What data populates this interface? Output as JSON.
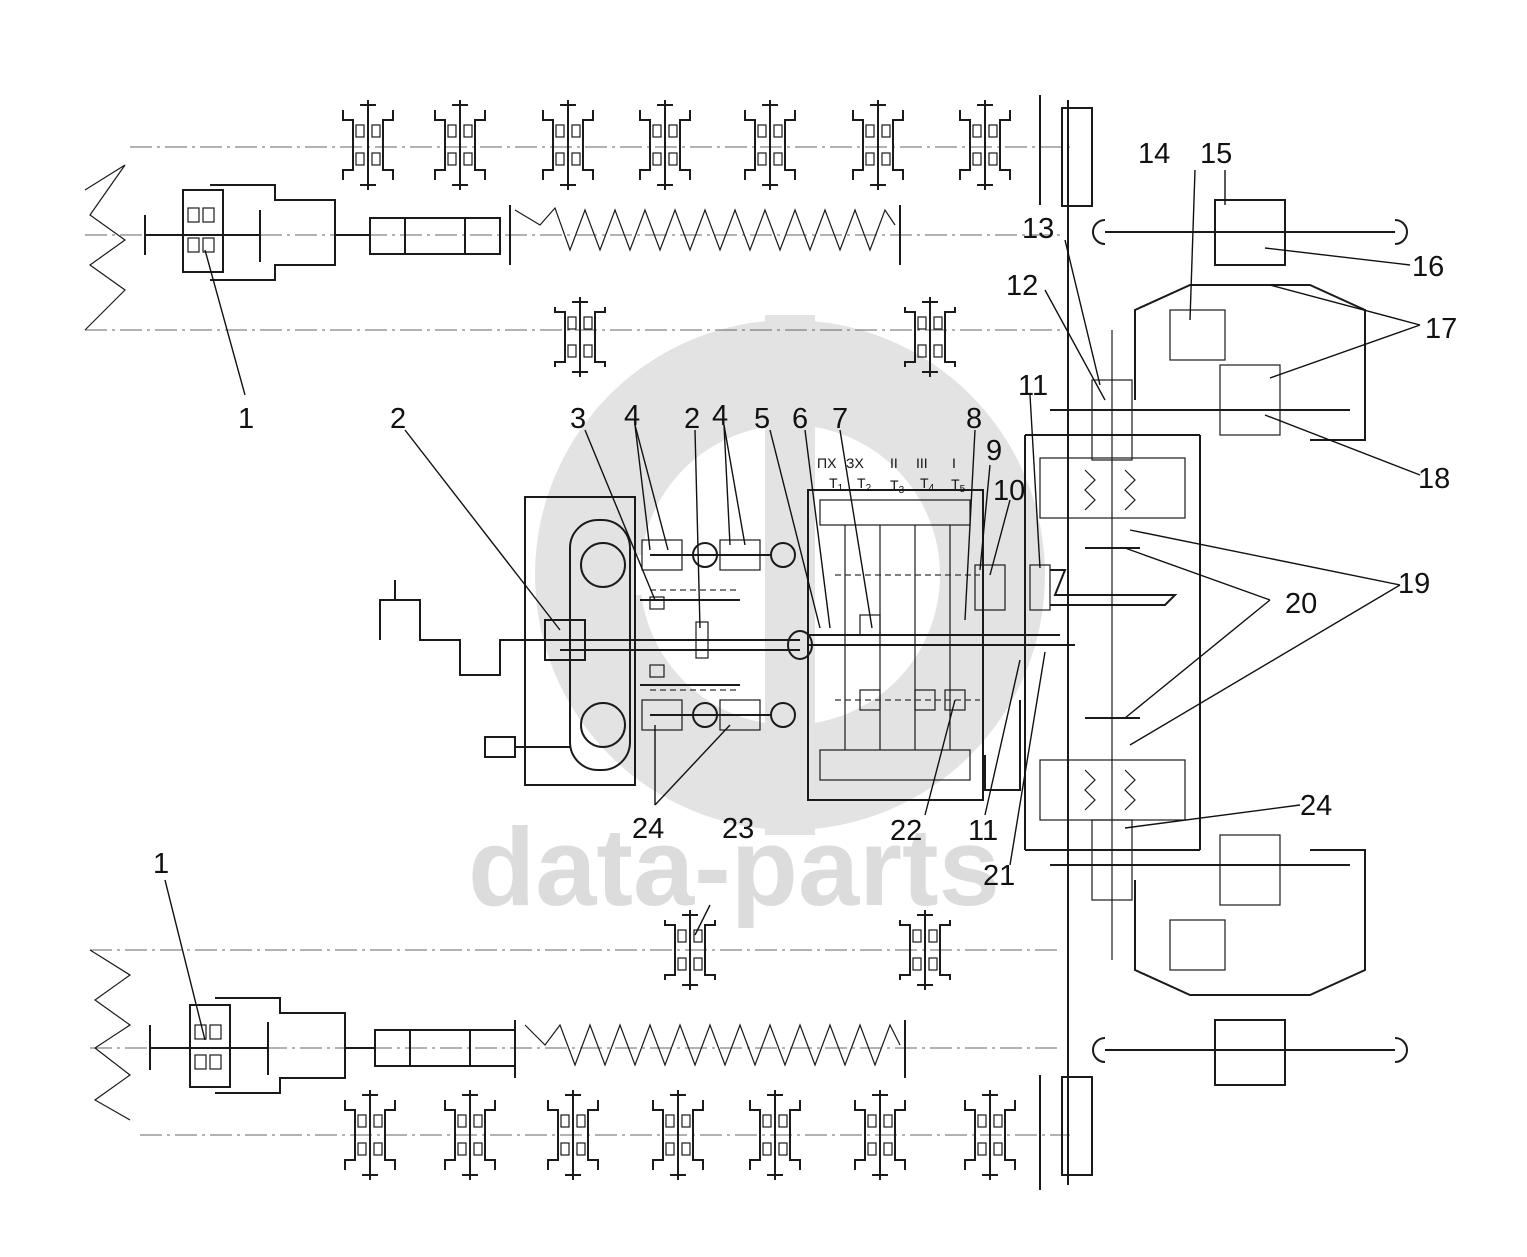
{
  "watermark": {
    "text": "data-parts",
    "color": "#d9d9d9"
  },
  "gearbox_header": {
    "labels": [
      "ПХ",
      "ЗХ",
      "II",
      "III",
      "I"
    ],
    "clutches": [
      "Т",
      "Т",
      "Т",
      "Т",
      "Т"
    ],
    "clutch_indices": [
      "1",
      "2",
      "3",
      "4",
      "5"
    ]
  },
  "callouts": [
    {
      "id": "c1-top",
      "text": "1"
    },
    {
      "id": "c1-bottom",
      "text": "1"
    },
    {
      "id": "c2-left",
      "text": "2"
    },
    {
      "id": "c2-mid",
      "text": "2"
    },
    {
      "id": "c3",
      "text": "3"
    },
    {
      "id": "c4-left",
      "text": "4"
    },
    {
      "id": "c4-right",
      "text": "4"
    },
    {
      "id": "c5",
      "text": "5"
    },
    {
      "id": "c6",
      "text": "6"
    },
    {
      "id": "c7",
      "text": "7"
    },
    {
      "id": "c8",
      "text": "8"
    },
    {
      "id": "c9",
      "text": "9"
    },
    {
      "id": "c10",
      "text": "10"
    },
    {
      "id": "c11-top",
      "text": "11"
    },
    {
      "id": "c11-bottom",
      "text": "11"
    },
    {
      "id": "c12",
      "text": "12"
    },
    {
      "id": "c13",
      "text": "13"
    },
    {
      "id": "c14",
      "text": "14"
    },
    {
      "id": "c15",
      "text": "15"
    },
    {
      "id": "c16",
      "text": "16"
    },
    {
      "id": "c17",
      "text": "17"
    },
    {
      "id": "c18",
      "text": "18"
    },
    {
      "id": "c19",
      "text": "19"
    },
    {
      "id": "c20",
      "text": "20"
    },
    {
      "id": "c21",
      "text": "21"
    },
    {
      "id": "c22",
      "text": "22"
    },
    {
      "id": "c23",
      "text": "23"
    },
    {
      "id": "c24-right",
      "text": "24"
    },
    {
      "id": "c24-left",
      "text": "24"
    }
  ]
}
